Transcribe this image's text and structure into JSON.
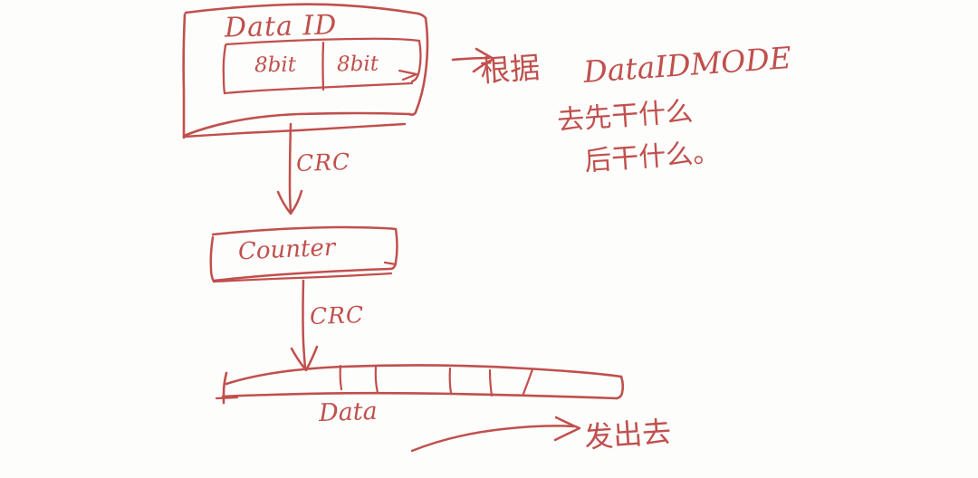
{
  "diagram": {
    "title": "Data frame assembly flow (hand-drawn note)",
    "ink_color": "#c0504d",
    "background_color": "#fdfdfc",
    "nodes": {
      "data_id_box": {
        "label": "Data ID",
        "fields": [
          {
            "label": "8bit"
          },
          {
            "label": "8bit"
          }
        ]
      },
      "counter_box": {
        "label": "Counter"
      },
      "data_box": {
        "label": "Data",
        "segment_count": 5
      }
    },
    "edges": {
      "crc_1": {
        "label": "CRC"
      },
      "crc_2": {
        "label": "CRC"
      }
    },
    "annotations": {
      "arrow_marker": "->",
      "note_line1_cn": "根据",
      "note_line1_en": "DataIDMODE",
      "note_line2": "去先干什么",
      "note_line3": "后干什么。",
      "send_label": "发出去"
    }
  }
}
